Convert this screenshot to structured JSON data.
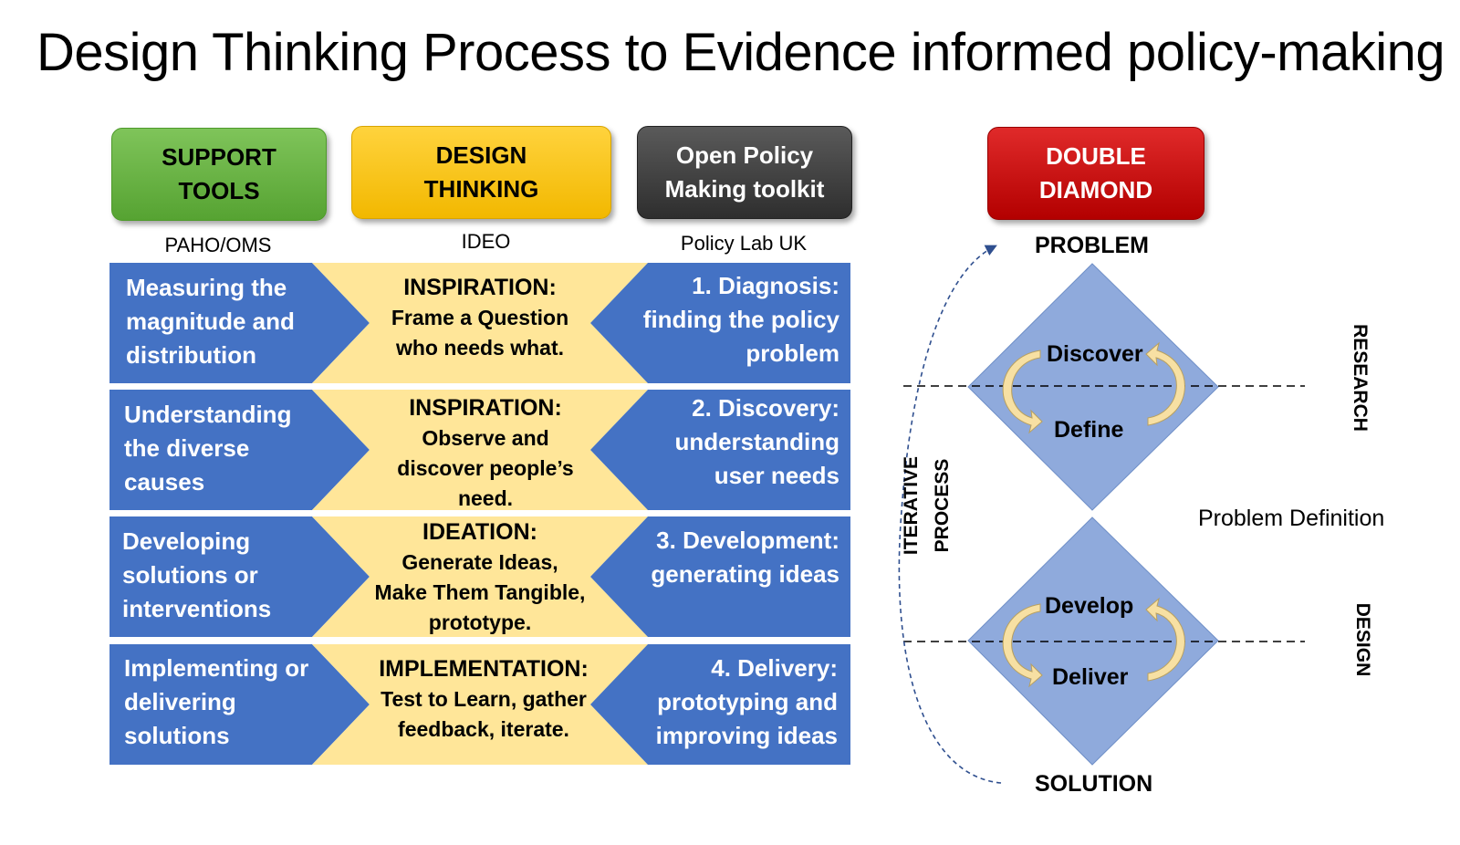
{
  "title": "Design Thinking Process to Evidence informed policy-making",
  "headers": {
    "support": {
      "label": "SUPPORT\nTOOLS",
      "sub": "PAHO/OMS"
    },
    "design": {
      "label": "DESIGN\nTHINKING",
      "sub": "IDEO"
    },
    "policy": {
      "label": "Open Policy\nMaking toolkit",
      "sub": "Policy Lab UK"
    },
    "diamond": {
      "label": "DOUBLE\nDIAMOND"
    }
  },
  "rows": [
    {
      "left": "Measuring the\nmagnitude and\ndistribution",
      "middle_title": "INSPIRATION:",
      "middle_body": "Frame a Question\nwho needs what.",
      "right": "1. Diagnosis:\nfinding the policy\nproblem"
    },
    {
      "left": "Understanding\nthe diverse\ncauses",
      "middle_title": "INSPIRATION:",
      "middle_body": "Observe and\ndiscover people’s\nneed.",
      "right": "2. Discovery:\nunderstanding\nuser needs"
    },
    {
      "left": "Developing\nsolutions or\ninterventions",
      "middle_title": "IDEATION:",
      "middle_body": "Generate Ideas,\nMake Them Tangible,\nprototype.",
      "right": "3. Development:\ngenerating ideas"
    },
    {
      "left": "Implementing or\ndelivering\nsolutions",
      "middle_title": "IMPLEMENTATION:",
      "middle_body": "Test to Learn, gather\nfeedback, iterate.",
      "right": "4. Delivery:\nprototyping and\nimproving ideas"
    }
  ],
  "double_diamond": {
    "problem": "PROBLEM",
    "solution": "SOLUTION",
    "discover": "Discover",
    "define": "Define",
    "develop": "Develop",
    "deliver": "Deliver",
    "research": "RESEARCH",
    "design": "DESIGN",
    "iterative_1": "ITERATIVE",
    "iterative_2": "PROCESS",
    "problem_definition": "Problem Definition"
  },
  "colors": {
    "blue_band": "#4472c4",
    "yellow_band": "#ffe699",
    "diamond_fill": "#8faadc",
    "arrow_fill": "#f7e0a3"
  }
}
